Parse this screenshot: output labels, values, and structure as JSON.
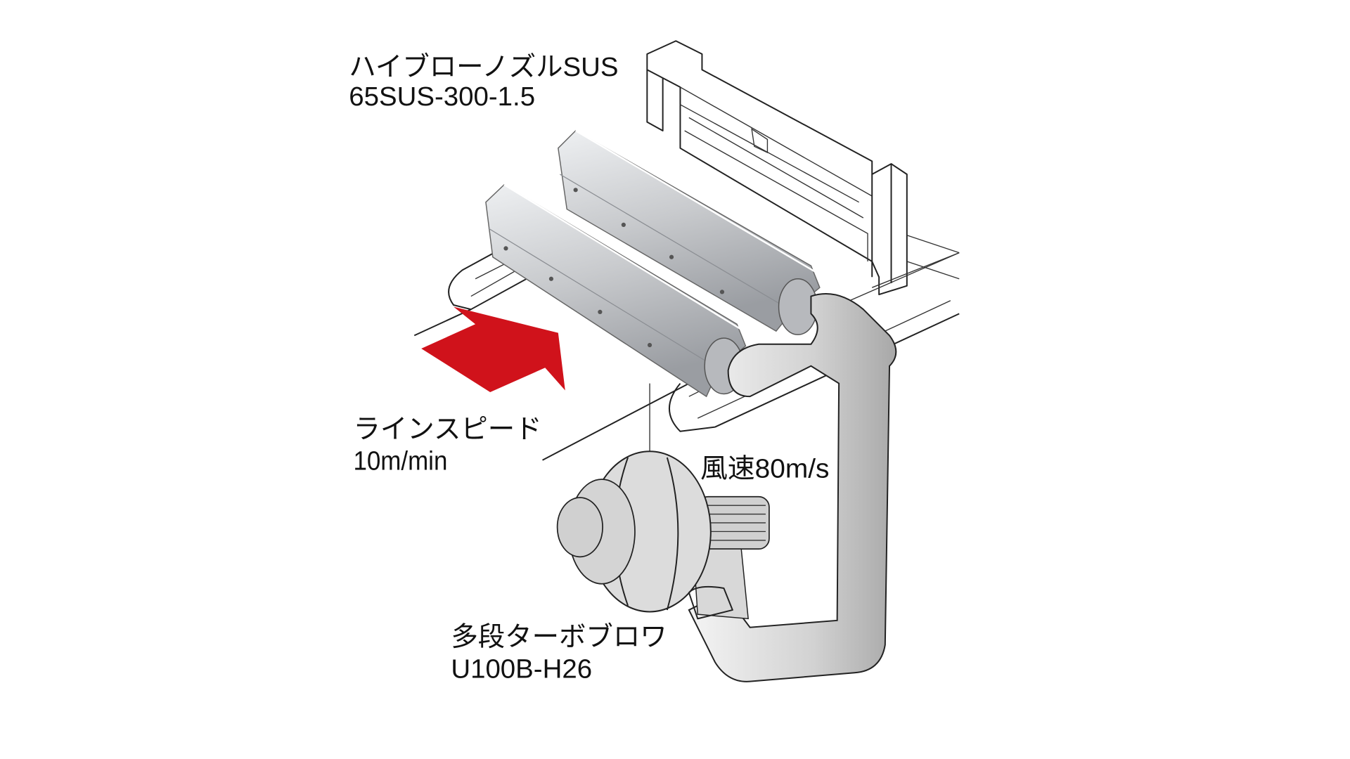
{
  "labels": {
    "nozzle_name": "ハイブローノズルSUS",
    "nozzle_model": "65SUS-300-1.5",
    "line_speed_label": "ラインスピード",
    "line_speed_value": "10m/min",
    "air_speed": "風速80m/s",
    "blower_name": "多段ターボブロワ",
    "blower_model": "U100B-H26"
  },
  "colors": {
    "arrow": "#d0121b",
    "nozzle": "#c9cbcf",
    "pipe": "#d6d6d6",
    "blower": "#dcdcdc"
  }
}
